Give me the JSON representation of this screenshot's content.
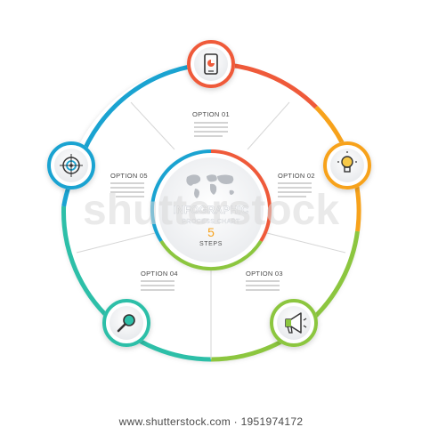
{
  "center": {
    "title": "INFOGRAPHIC",
    "subtitle": "PROCESS CHART",
    "number": "5",
    "steps_label": "STEPS",
    "icon": "world-map-icon"
  },
  "options": [
    {
      "label": "OPTION 01",
      "icon": "smartphone-chart-icon",
      "color": "#ef5a3a"
    },
    {
      "label": "OPTION 02",
      "icon": "lightbulb-icon",
      "color": "#f7a21b"
    },
    {
      "label": "OPTION 03",
      "icon": "megaphone-icon",
      "color": "#8cc63f"
    },
    {
      "label": "OPTION 04",
      "icon": "magnifier-icon",
      "color": "#2dbfa8"
    },
    {
      "label": "OPTION 05",
      "icon": "target-icon",
      "color": "#1aa3d1"
    }
  ],
  "watermark": "shutterstock",
  "footer": {
    "text": "www.shutterstock.com · 1951974172"
  }
}
